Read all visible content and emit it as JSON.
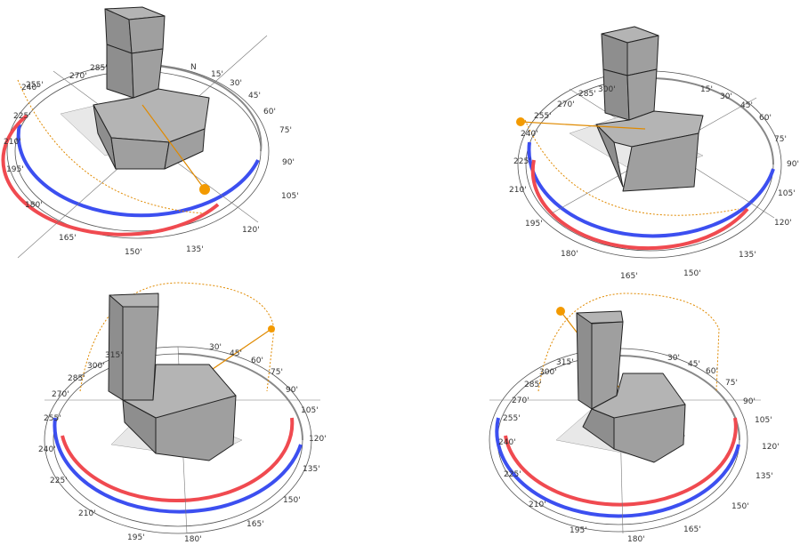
{
  "views": [
    {
      "labels": [
        "N",
        "15'",
        "30'",
        "45'",
        "60'",
        "75'",
        "90'",
        "105'",
        "120'",
        "135'",
        "150'",
        "165'",
        "180'",
        "195'",
        "210'",
        "225'",
        "240'",
        "255'",
        "270'",
        "285'"
      ],
      "sun_icon": "sun-dot-icon"
    },
    {
      "labels": [
        "15'",
        "30'",
        "45'",
        "60'",
        "75'",
        "90'",
        "105'",
        "120'",
        "135'",
        "150'",
        "165'",
        "180'",
        "195'",
        "210'",
        "225'",
        "240'",
        "255'",
        "270'",
        "285'",
        "300'"
      ],
      "sun_icon": "sun-dot-icon"
    },
    {
      "labels": [
        "30'",
        "45'",
        "60'",
        "75'",
        "90'",
        "105'",
        "120'",
        "135'",
        "150'",
        "165'",
        "180'",
        "195'",
        "210'",
        "225'",
        "240'",
        "255'",
        "270'",
        "285'",
        "300'",
        "315'"
      ],
      "sun_icon": "sun-dot-icon"
    },
    {
      "labels": [
        "30'",
        "45'",
        "60'",
        "75'",
        "90'",
        "105'",
        "120'",
        "135'",
        "150'",
        "165'",
        "180'",
        "195'",
        "210'",
        "225'",
        "240'",
        "255'",
        "270'",
        "285'",
        "300'",
        "315'"
      ],
      "sun_icon": "sun-dot-icon"
    }
  ],
  "colors": {
    "sun_path": "#e08a00",
    "blue_band": "#3c4ff0",
    "red_band": "#f04a50",
    "block_top": "#b4b4b4",
    "block_side": "#8e8e8e"
  }
}
